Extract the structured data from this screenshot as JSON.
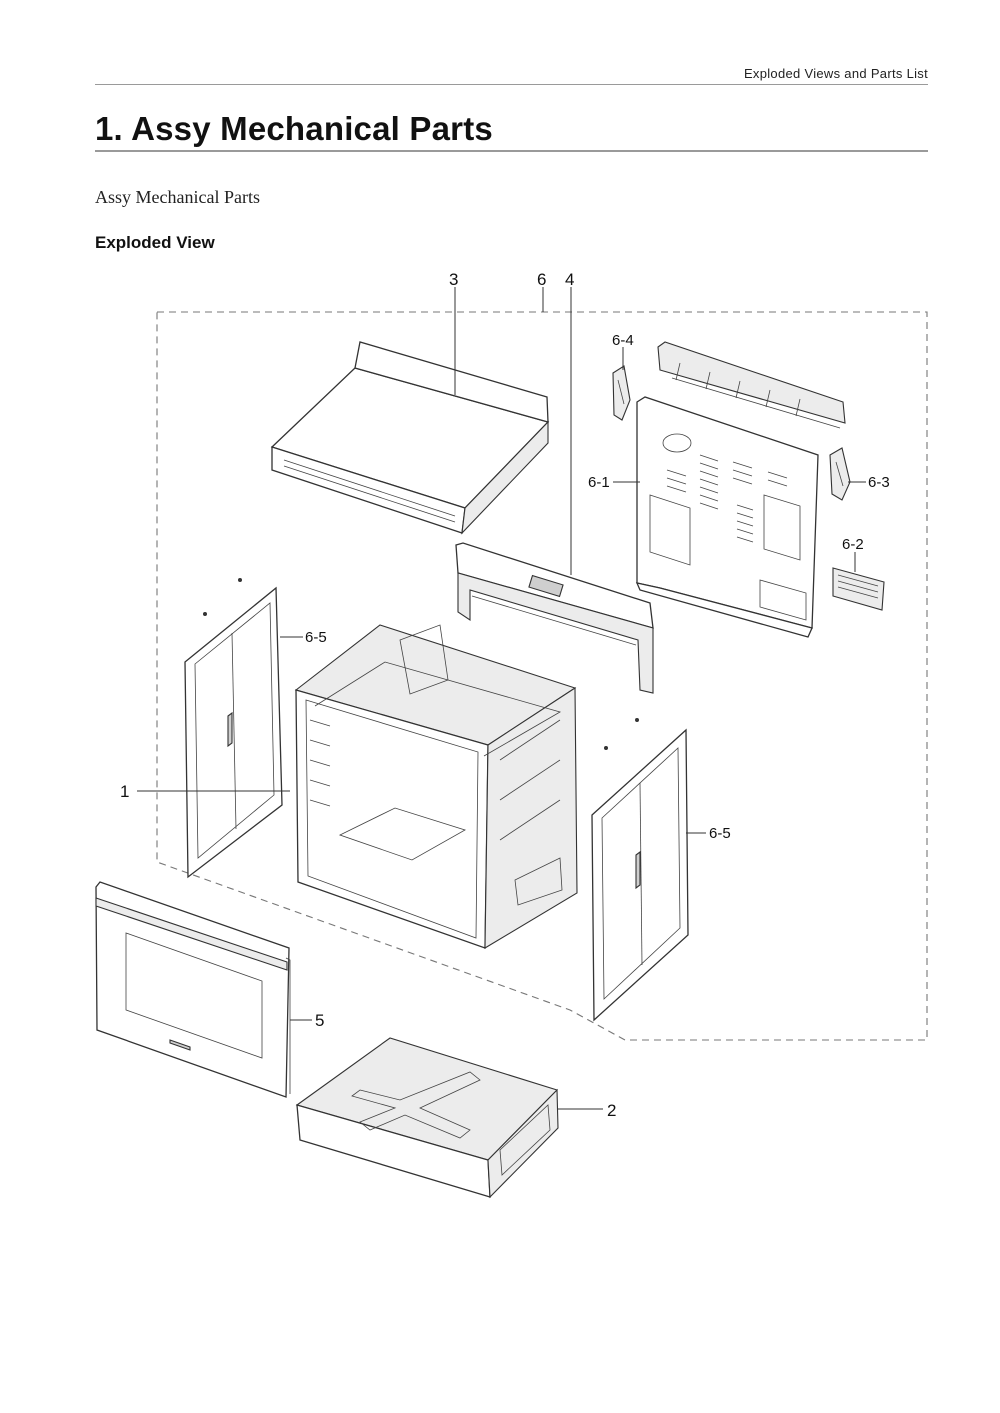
{
  "header": {
    "running_title": "Exploded Views and Parts List"
  },
  "page": {
    "title": "1.  Assy Mechanical Parts",
    "subtitle": "Assy Mechanical Parts",
    "section_label": "Exploded View"
  },
  "diagram": {
    "callouts": {
      "c1": "1",
      "c2": "2",
      "c3": "3",
      "c4": "4",
      "c5": "5",
      "c6": "6",
      "c6_1": "6-1",
      "c6_2": "6-2",
      "c6_3": "6-3",
      "c6_4": "6-4",
      "c6_5_left": "6-5",
      "c6_5_right": "6-5"
    }
  }
}
